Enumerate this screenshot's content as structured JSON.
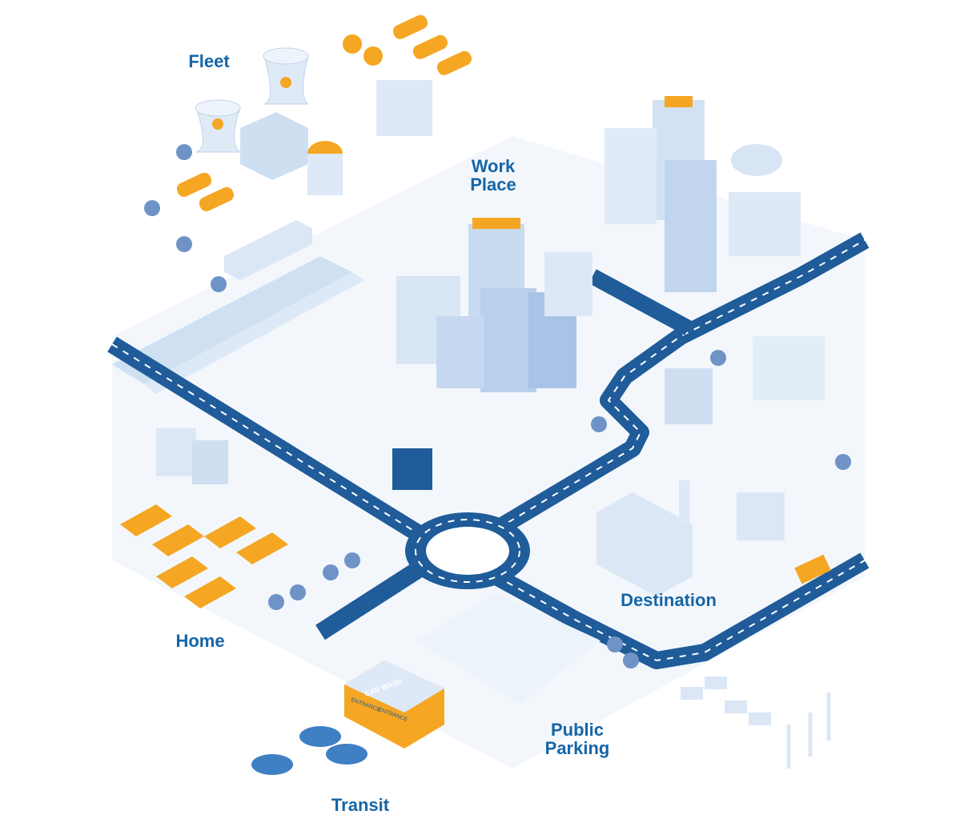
{
  "colors": {
    "label": "#1565a6",
    "road": "#1f5c99",
    "road_marking": "#ffffff",
    "accent": "#f5a623",
    "building_light": "#e3edf8",
    "building_mid": "#bcd2ec",
    "building_dark": "#8fb0d9",
    "ground": "#eef4fb",
    "water": "#c8dcf2",
    "tree": "#6f93c6"
  },
  "zones": [
    {
      "id": "fleet",
      "label": "Fleet"
    },
    {
      "id": "work-place",
      "label": "Work\nPlace"
    },
    {
      "id": "destination",
      "label": "Destination"
    },
    {
      "id": "home",
      "label": "Home"
    },
    {
      "id": "public-parking",
      "label": "Public\nParking"
    },
    {
      "id": "transit",
      "label": "Transit"
    }
  ],
  "signs": {
    "car_wash": "CAR WASH",
    "entrance_left": "ENTRANCE",
    "entrance_right": "ENTRANCE"
  }
}
